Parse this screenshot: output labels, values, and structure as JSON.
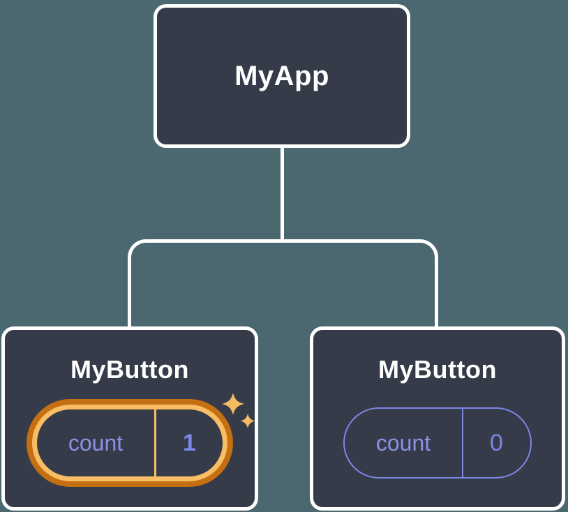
{
  "colors": {
    "background": "#4B6770",
    "card_fill": "#353B48",
    "card_border": "#FFFFFF",
    "connector": "#FFFFFF",
    "state_purple": "#7C87E8",
    "state_label_purple": "#8A91E6",
    "highlight_gold": "#F9BD66",
    "highlight_orange": "#C46F12",
    "sparkle_gold": "#F6BC62"
  },
  "tree": {
    "root": {
      "title": "MyApp"
    },
    "children": [
      {
        "title": "MyButton",
        "highlighted": true,
        "icon": "sparkles-icon",
        "state": {
          "label": "count",
          "value": "1"
        }
      },
      {
        "title": "MyButton",
        "highlighted": false,
        "state": {
          "label": "count",
          "value": "0"
        }
      }
    ]
  }
}
